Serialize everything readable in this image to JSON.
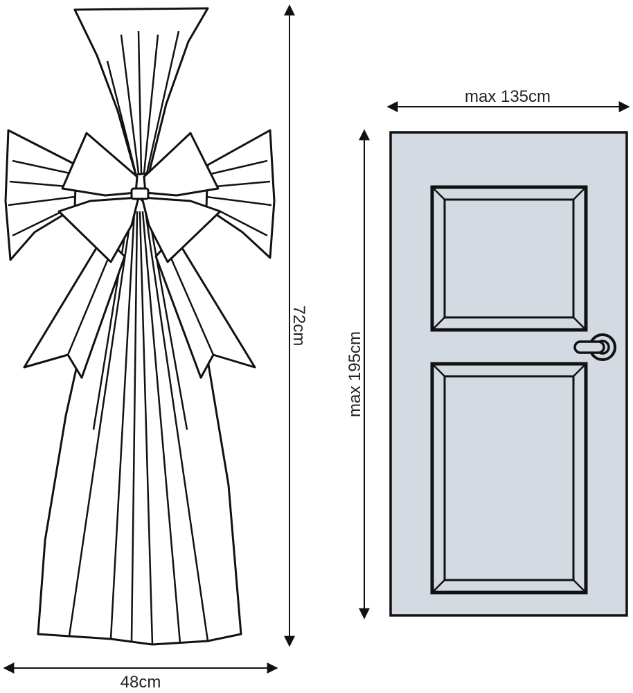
{
  "labels": {
    "bow_height": "72cm",
    "bow_width": "48cm",
    "door_width": "max 135cm",
    "door_height": "max 195cm"
  },
  "colors": {
    "line": "#111111",
    "door_fill": "#d3dae2",
    "background": "#ffffff"
  }
}
